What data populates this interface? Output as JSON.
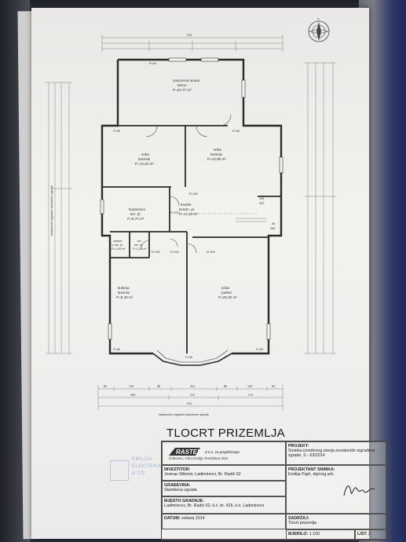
{
  "drawing": {
    "title": "TLOCRT PRIZEMLJA",
    "rooms": [
      {
        "name": "zatvorena terasa",
        "sub": "beton",
        "area": "P=24,77 m²"
      },
      {
        "name": "soba",
        "sub": "laminat",
        "area": "P=14,32 m²"
      },
      {
        "name": "soba",
        "sub": "laminat",
        "area": "P=13,90 m²"
      },
      {
        "name": "kupaonica",
        "sub": "ker. pl.",
        "area": "P=8,70 m²"
      },
      {
        "name": "hodnik",
        "sub": "keram. pl.",
        "area": "P=14,30 m²"
      },
      {
        "name": "ostava",
        "sub": "k. ker. pl.",
        "area": "P=1,93 m²"
      },
      {
        "name": "wc",
        "sub": "ker. pl.",
        "area": "P=1,28 m²"
      },
      {
        "name": "kuhinja",
        "sub": "laminat",
        "area": "P=8,40 m²"
      },
      {
        "name": "soba",
        "sub": "parket",
        "area": "P=29,32 m²"
      }
    ],
    "window_labels": [
      "P=60",
      "P=65",
      "P=65",
      "P=65",
      "P=65",
      "P=65"
    ],
    "door_labels": [
      "70 205",
      "70 205",
      "70 205",
      "70 205",
      "70 205"
    ],
    "dims": {
      "top_total": "910",
      "bottom_row1": [
        "60",
        "143",
        "86",
        "310",
        "86",
        "143",
        "60"
      ],
      "bottom_row2": [
        "289",
        "310",
        "274"
      ],
      "bottom_total": "910",
      "bottom_note": "Nadzemlin izgradne stambene zgrade",
      "right_dims": [
        "55",
        "280",
        "126",
        "220"
      ],
      "left_note": "Nadzemlin izgradne stambene zgrade"
    },
    "compass_label": "S"
  },
  "title_block": {
    "company_name": "RASTER",
    "company_suffix": "d.o.o. za projektiranje",
    "company_address": "Čakovec, Ulica Kralja Tomislava 30/1",
    "faded_text_1": "EMILIJA",
    "faded_text_2": "ELEKTRIKA",
    "faded_text_3": "& CO",
    "projekt_label": "PROJEKT:",
    "projekt_value": "Snimka izvedenog stanja nezakonito izgrađene zgrade, S - 63/2014",
    "investitor_label": "INVESTITOR:",
    "investitor_value": "Jovinac Milomir, Ladimirevci, Br. Radić 62",
    "projektant_label": "PROJEKTANT SNIMKA:",
    "projektant_value": "Emilija Pajić, dipl.ing.arh.",
    "gradevina_label": "GRAĐEVINA:",
    "gradevina_value": "Stambena zgrada",
    "mjesto_label": "MJESTO GRADNJE:",
    "mjesto_value": "Ladimirevci, Br. Radić 62, k.č. br. 416, k.o. Ladimirevci",
    "sadrzaj_label": "SADRŽAJ:",
    "sadrzaj_value": "Tlocrt prizemlja",
    "datum_label": "DATUM:",
    "datum_value": "svibanj 2014",
    "mjerilo_label": "MJERILO:",
    "mjerilo_value": "1:100",
    "list_label": "LIST:",
    "list_value": "2"
  }
}
